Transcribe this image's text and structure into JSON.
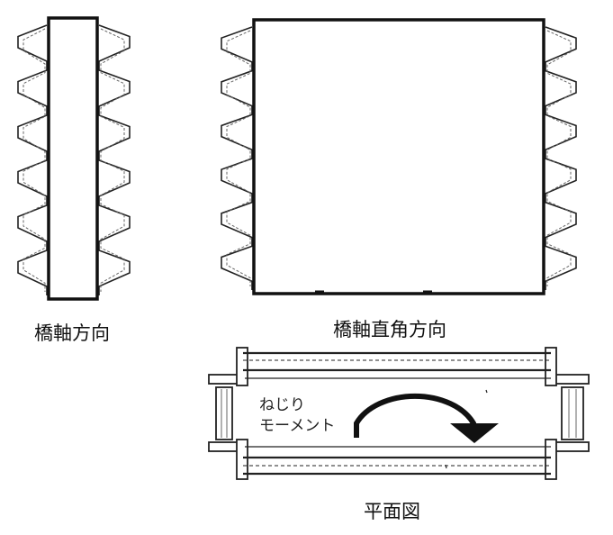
{
  "labels": {
    "axial": "橋軸方向",
    "perpendicular": "橋軸直角方向",
    "plan": "平面図",
    "torsion_line1": "ねじり",
    "torsion_line2": "モーメント"
  },
  "colors": {
    "line": "#111111",
    "dashed": "#555555",
    "arrow": "#111111"
  },
  "wave_counts": {
    "axial_bellows_peaks": 6,
    "perpendicular_bellows_peaks": 6
  }
}
